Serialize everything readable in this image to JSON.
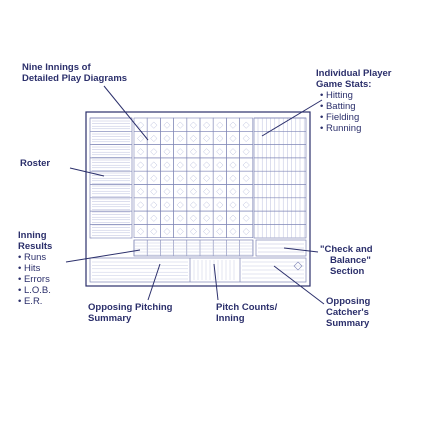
{
  "callouts": {
    "nine_innings": {
      "lines": [
        "Nine Innings of",
        "Detailed Play Diagrams"
      ]
    },
    "player_stats": {
      "lines": [
        "Individual Player",
        "Game Stats:"
      ],
      "items": [
        "• Hitting",
        "• Batting",
        "• Fielding",
        "• Running"
      ]
    },
    "roster": {
      "lines": [
        "Roster"
      ]
    },
    "inning_results": {
      "lines": [
        "Inning",
        "Results"
      ],
      "items": [
        "• Runs",
        "• Hits",
        "• Errors",
        "• L.O.B.",
        "• E.R."
      ]
    },
    "check_balance": {
      "lines": [
        "\"Check and",
        "Balance\"",
        "Section"
      ]
    },
    "opposing_pitching": {
      "lines": [
        "Opposing Pitching",
        "Summary"
      ]
    },
    "pitch_counts": {
      "lines": [
        "Pitch Counts/",
        "Inning"
      ]
    },
    "opposing_catcher": {
      "lines": [
        "Opposing",
        "Catcher's",
        "Summary"
      ]
    }
  },
  "colors": {
    "ink": "#2b2f6b",
    "grid": "#7f86b6",
    "grid_light": "#b9bedd"
  }
}
